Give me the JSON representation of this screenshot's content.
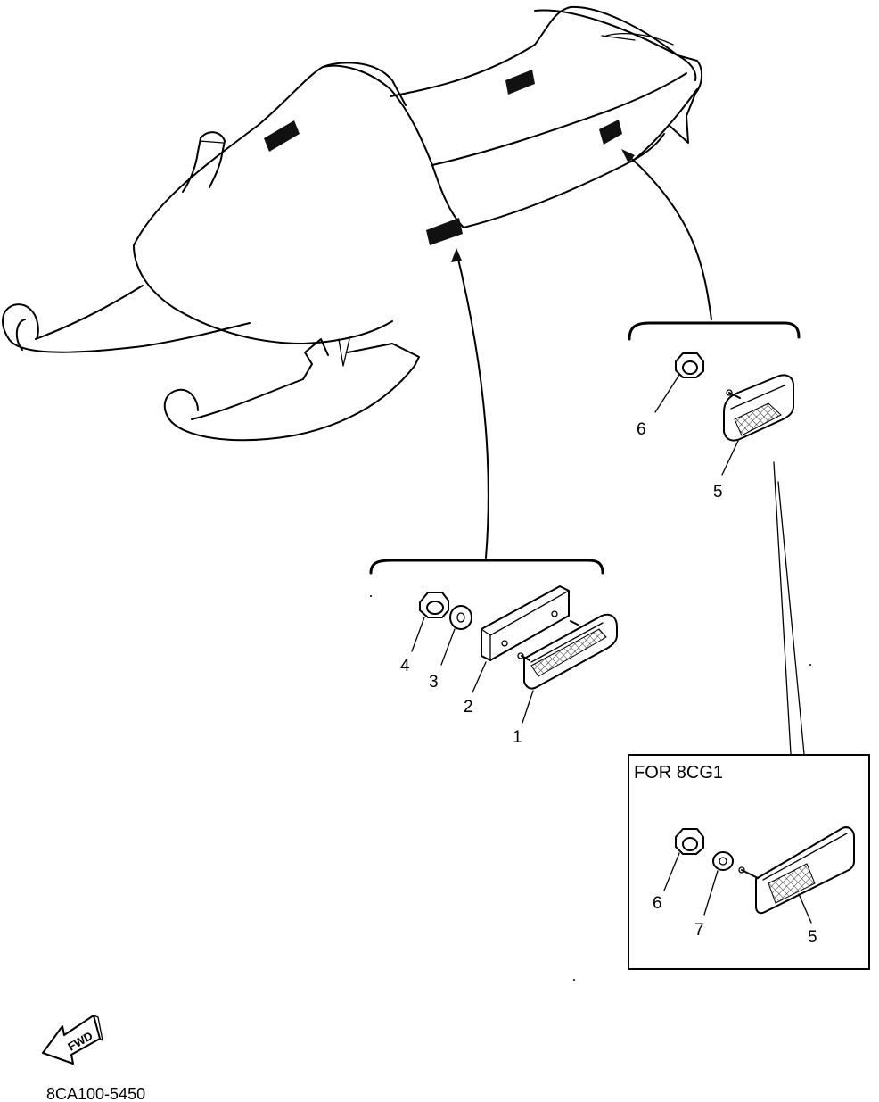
{
  "callouts": {
    "main_1": "1",
    "main_2": "2",
    "main_3": "3",
    "main_4": "4",
    "rear_5": "5",
    "rear_6": "6",
    "box_5": "5",
    "box_6": "6",
    "box_7": "7"
  },
  "variant_box": {
    "title": "FOR 8CG1"
  },
  "fwd_badge": {
    "text": "FWD"
  },
  "diagram_code": "8CA100-5450"
}
